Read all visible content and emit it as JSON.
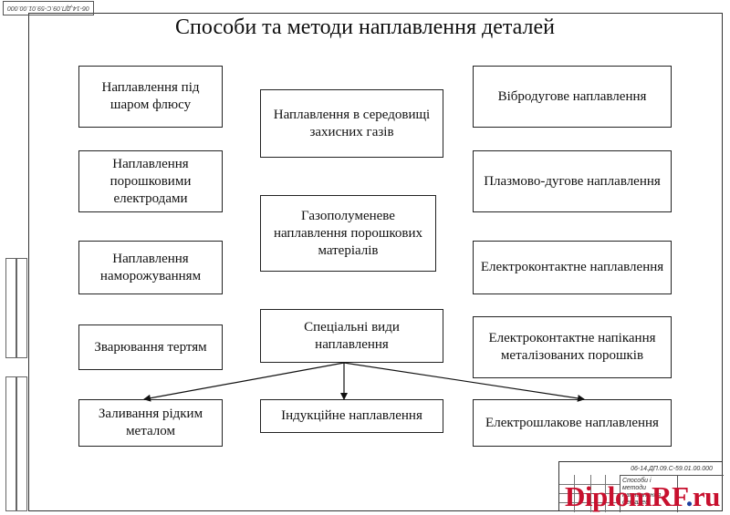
{
  "title": "Способи та методи наплавлення деталей",
  "corner_stamp": "06-14.ДП.09.С-59.01.00.000",
  "boxes": {
    "flux": "Наплавлення під шаром флюсу",
    "gas": "Наплавлення в середовищі захисних газів",
    "vibro": "Вібродугове наплавлення",
    "powder_electrodes": "Наплавлення порошковими електродами",
    "gas_flame": "Газополуменеве наплавлення порошкових матеріалів",
    "plasma": "Плазмово-дугове наплавлення",
    "freezing": "Наплавлення наморожуванням",
    "contact": "Електроконтактне наплавлення",
    "friction": "Зварювання тертям",
    "special": "Спеціальні види наплавлення",
    "contact_powder": "Електроконтактне напікання металізованих порошків",
    "liquid_metal": "Заливання рідким металом",
    "induction": "Індукційне наплавлення",
    "electroslag": "Електрошлакове наплавлення"
  },
  "connections": [
    {
      "from": "special",
      "to": "liquid_metal"
    },
    {
      "from": "special",
      "to": "induction"
    },
    {
      "from": "special",
      "to": "electroslag"
    }
  ],
  "title_block": {
    "doc_code": "06-14.ДП.09.С-59.01.00.000",
    "sheet_name": "Способи і методи наплавлення деталей"
  },
  "watermark": {
    "part1": "DiplomRF",
    "dot": ".",
    "part2": "ru",
    "color_main": "#c8102e",
    "color_dot": "#1f3f9e"
  }
}
